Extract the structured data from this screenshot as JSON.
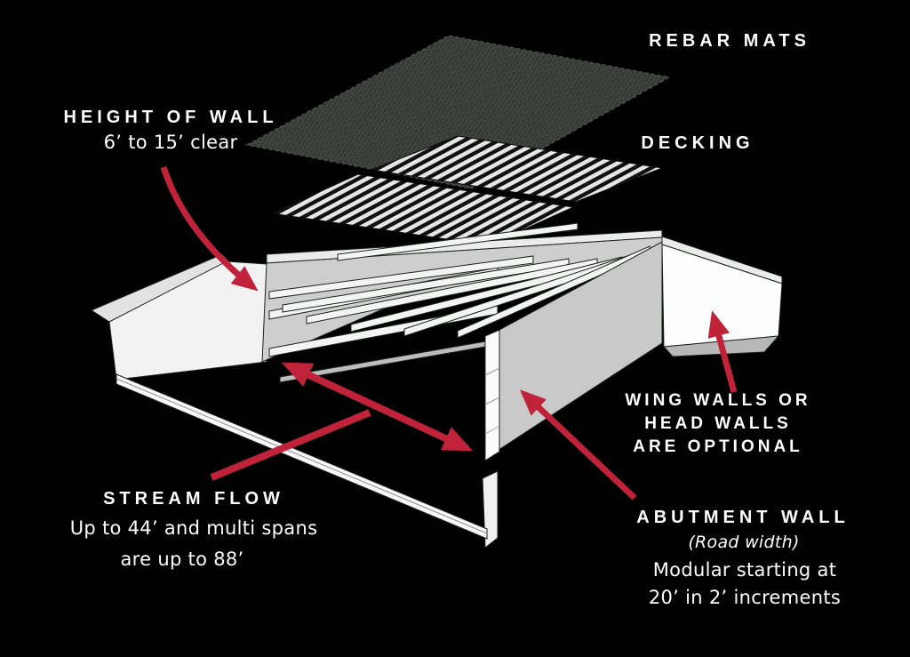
{
  "colors": {
    "background": "#000000",
    "arrow_red": "#C0223A",
    "text_white": "#ffffff",
    "wall_face_gray": "#cecece",
    "wall_bright_white": "#f4f4f4",
    "rebar_mat_dark": "#373a37",
    "deck_stripe_dark": "#111111",
    "deck_stripe_light": "#e6e6e6"
  },
  "labels": {
    "rebar_mats": "REBAR MATS",
    "decking": "DECKING",
    "height_of_wall": {
      "title": "HEIGHT OF WALL",
      "subtitle": "6’ to 15’ clear"
    },
    "stream_flow": {
      "title": "STREAM FLOW",
      "line2": "Up to 44’ and multi spans",
      "line3": "are up to 88’"
    },
    "wing_walls": {
      "line1": "WING WALLS OR",
      "line2": "HEAD WALLS",
      "line3": "ARE OPTIONAL"
    },
    "abutment_wall": {
      "title": "ABUTMENT WALL",
      "subtitle": "(Road width)",
      "line3": "Modular starting at",
      "line4": "20’ in 2’ increments"
    }
  }
}
